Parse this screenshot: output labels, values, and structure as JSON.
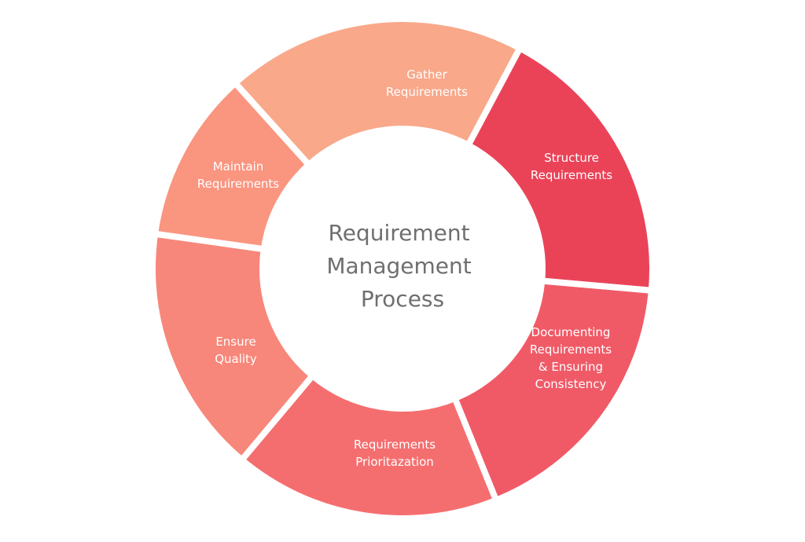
{
  "diagram": {
    "center_title": [
      "Requirement",
      "Management",
      "Process"
    ],
    "segments": [
      {
        "id": "gather",
        "lines": [
          "Gather",
          "Requirements"
        ],
        "color": "#f9a88a"
      },
      {
        "id": "structure",
        "lines": [
          "Structure",
          "Requirements"
        ],
        "color": "#ea4358"
      },
      {
        "id": "documenting",
        "lines": [
          "Documenting",
          "Requirements",
          "& Ensuring",
          "Consistency"
        ],
        "color": "#f05a67"
      },
      {
        "id": "prioritization",
        "lines": [
          "Requirements",
          "Prioritazation"
        ],
        "color": "#f56e6f"
      },
      {
        "id": "quality",
        "lines": [
          "Ensure",
          "Quality"
        ],
        "color": "#f7877a"
      },
      {
        "id": "maintain",
        "lines": [
          "Maintain",
          "Requirements"
        ],
        "color": "#fa9580"
      }
    ],
    "colors": {
      "background": "#ffffff",
      "center_fill": "#ffffff",
      "center_text": "#6f6f6f",
      "label_text": "#ffffff"
    }
  }
}
